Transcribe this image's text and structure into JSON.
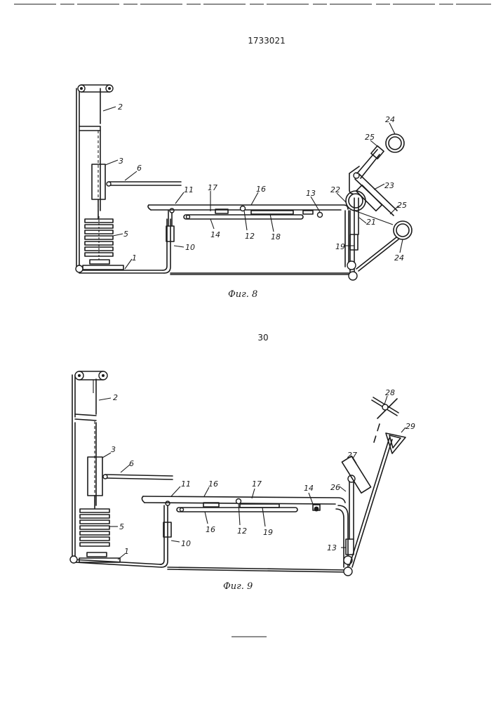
{
  "patent_number": "1733021",
  "page_number": "30",
  "figures": [
    {
      "caption": "Фиг. 8",
      "labels": [
        "1",
        "2",
        "3",
        "5",
        "6",
        "10",
        "11",
        "12",
        "13",
        "14",
        "16",
        "17",
        "18",
        "19",
        "21",
        "22",
        "23",
        "24",
        "24",
        "25",
        "25"
      ]
    },
    {
      "caption": "Фиг. 9",
      "labels": [
        "1",
        "2",
        "3",
        "5",
        "6",
        "10",
        "11",
        "12",
        "13",
        "14",
        "16",
        "16",
        "17",
        "19",
        "26",
        "27",
        "28",
        "29"
      ]
    }
  ]
}
